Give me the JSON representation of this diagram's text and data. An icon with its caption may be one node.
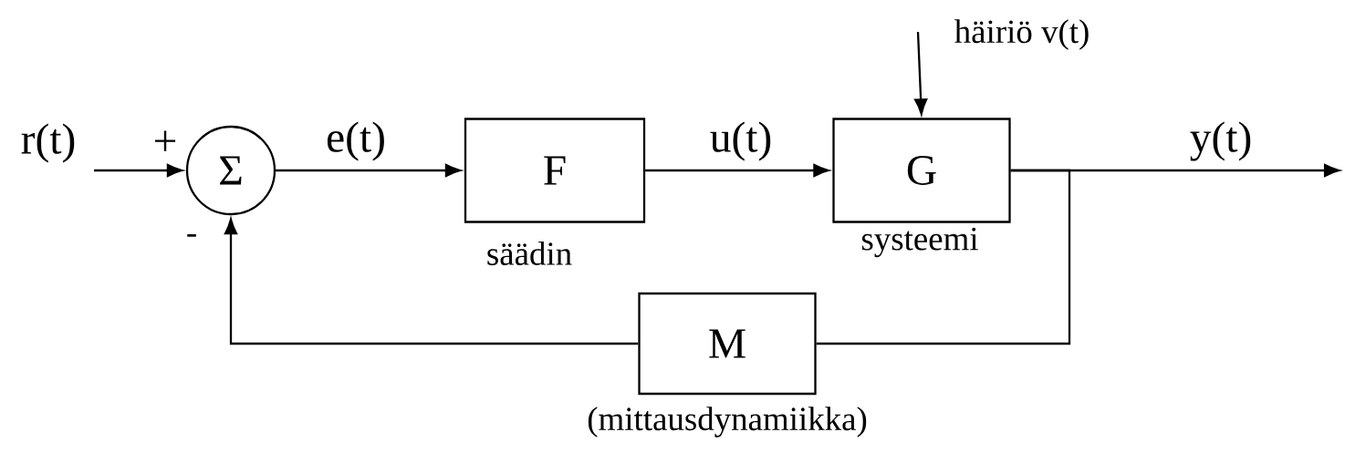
{
  "diagram": {
    "nodes": [
      {
        "text": [
          "Σ"
        ]
      },
      {
        "text": [
          "F"
        ],
        "beside": [
          "säädin"
        ]
      },
      {
        "text": [
          "G"
        ],
        "beside": [
          "systeemi"
        ]
      },
      {
        "text": [
          "M"
        ],
        "beside": [
          "(mittausdynamiikka)"
        ]
      }
    ],
    "edges": [
      {
        "from": null,
        "to": 0,
        "arrow": "to",
        "label": "r(t)"
      },
      {
        "from": 0,
        "to": 1,
        "arrow": "to",
        "label": "e(t)"
      },
      {
        "from": 1,
        "to": 2,
        "arrow": "to",
        "label": "u(t)"
      },
      {
        "from": null,
        "to": 2,
        "arrow": "to",
        "label": "häiriö v(t)"
      },
      {
        "from": 2,
        "to": null,
        "arrow": "to",
        "label": "y(t)"
      },
      {
        "from": 2,
        "to": 3,
        "arrow": "none"
      },
      {
        "from": 3,
        "to": 0,
        "arrow": "to"
      }
    ],
    "labels": [
      "+",
      "-"
    ]
  }
}
